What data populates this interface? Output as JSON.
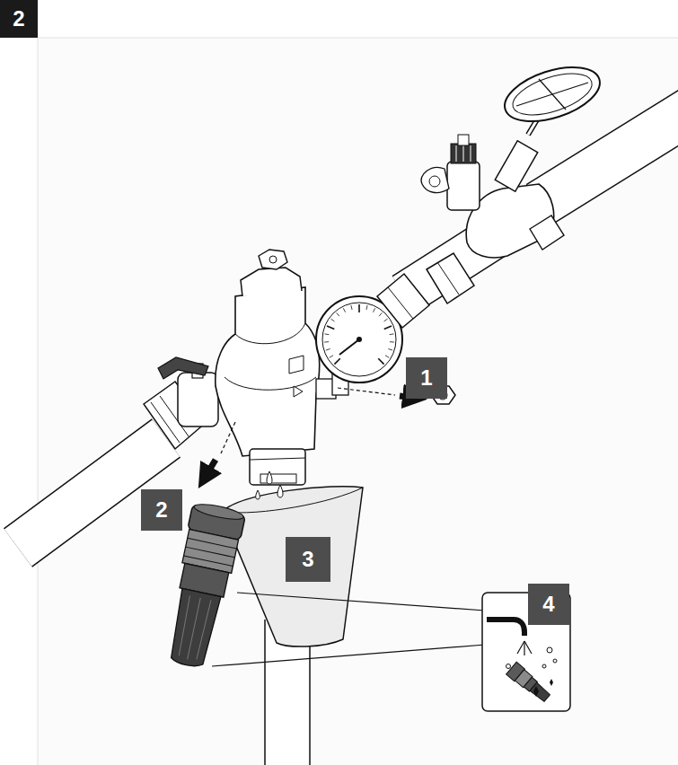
{
  "diagram": {
    "nodes": [
      {
        "text": [
          "2"
        ]
      },
      {
        "text": [
          "1"
        ]
      },
      {
        "text": [
          "2"
        ]
      },
      {
        "text": [
          "3"
        ]
      },
      {
        "text": [
          "4"
        ]
      }
    ]
  }
}
